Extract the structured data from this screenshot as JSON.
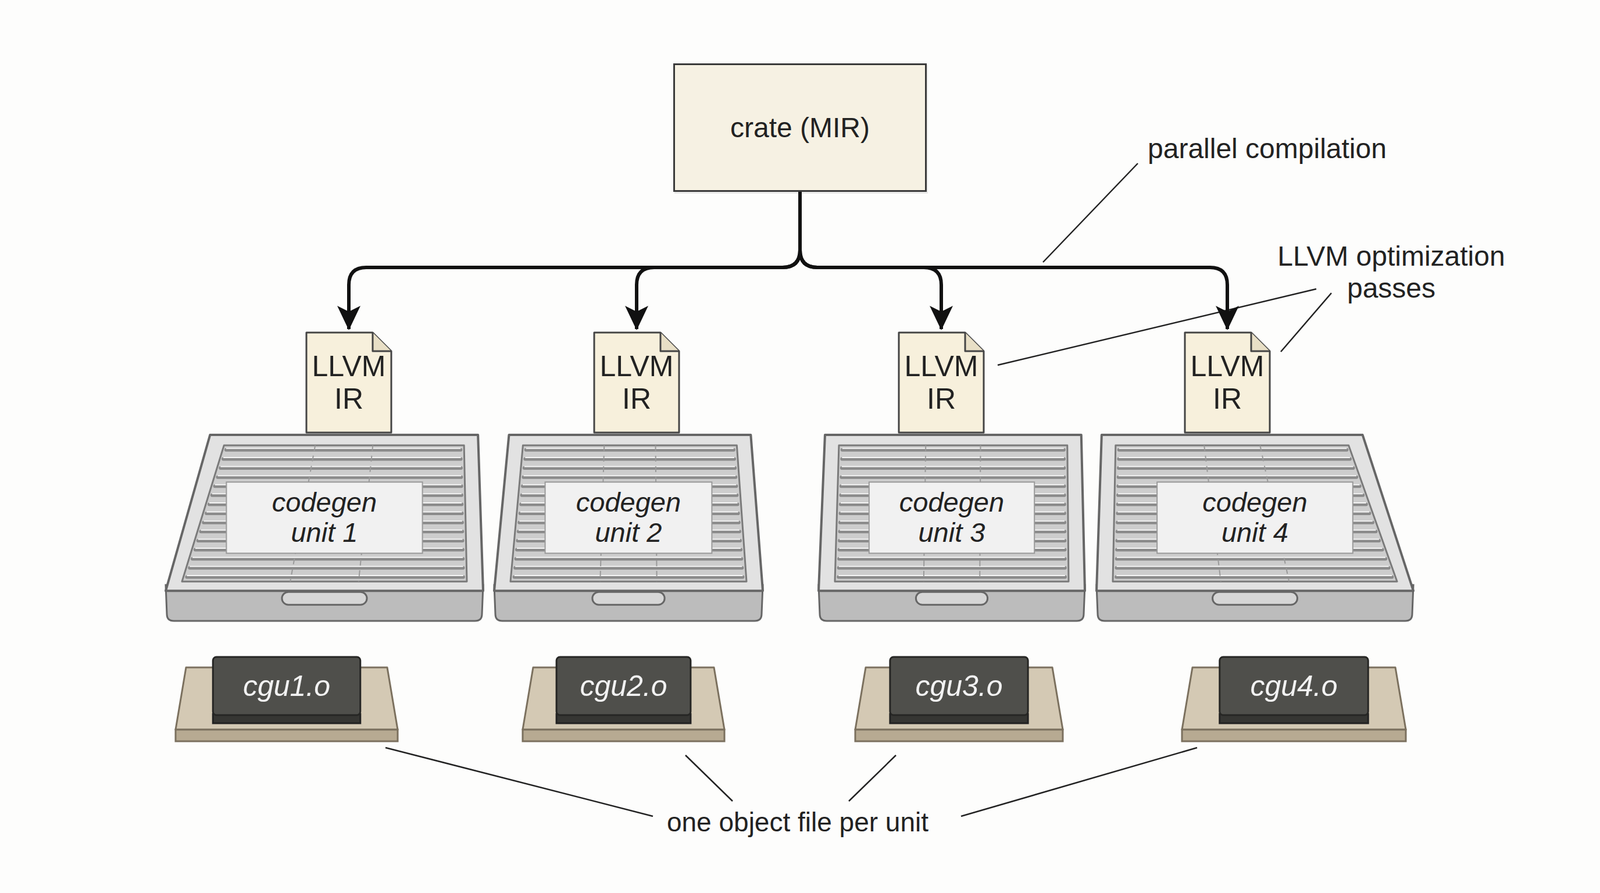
{
  "diagram": {
    "nodes": [
      {
        "text": [
          "crate (MIR)"
        ]
      },
      {
        "text": [
          "LLVM IR"
        ]
      },
      {
        "text": [
          "LLVM IR"
        ]
      },
      {
        "text": [
          "LLVM IR"
        ]
      },
      {
        "text": [
          "LLVM IR"
        ]
      },
      {
        "text": [
          "codegen unit 1"
        ]
      },
      {
        "text": [
          "codegen unit 2"
        ]
      },
      {
        "text": [
          "codegen unit 3"
        ]
      },
      {
        "text": [
          "codegen unit 4"
        ]
      },
      {
        "text": [
          "cgu1.o"
        ]
      },
      {
        "text": [
          "cgu2.o"
        ]
      },
      {
        "text": [
          "cgu3.o"
        ]
      },
      {
        "text": [
          "cgu4.o"
        ]
      }
    ],
    "edges": [
      {
        "from": 0,
        "to": 1,
        "arrow": "to"
      },
      {
        "from": 0,
        "to": 2,
        "arrow": "to"
      },
      {
        "from": 0,
        "to": 3,
        "arrow": "to"
      },
      {
        "from": 0,
        "to": 4,
        "arrow": "to"
      }
    ],
    "labels": [
      "parallel compilation",
      "LLVM optimization passes",
      "one object file per unit"
    ]
  }
}
